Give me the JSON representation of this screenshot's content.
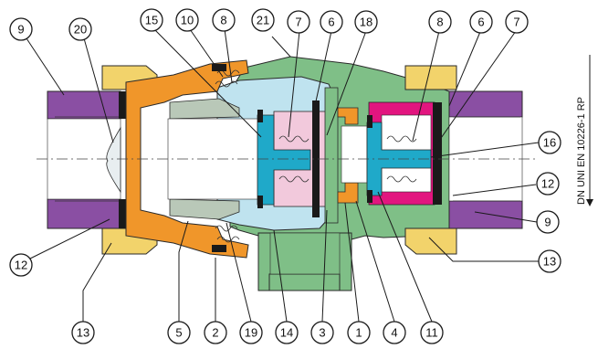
{
  "standard_label": "DN UNI EN 10226-1 RP",
  "callouts": [
    {
      "id": "c9a",
      "text": "9"
    },
    {
      "id": "c20",
      "text": "20"
    },
    {
      "id": "c15",
      "text": "15"
    },
    {
      "id": "c10",
      "text": "10"
    },
    {
      "id": "c8a",
      "text": "8"
    },
    {
      "id": "c21",
      "text": "21"
    },
    {
      "id": "c7a",
      "text": "7"
    },
    {
      "id": "c6a",
      "text": "6"
    },
    {
      "id": "c18",
      "text": "18"
    },
    {
      "id": "c8b",
      "text": "8"
    },
    {
      "id": "c6b",
      "text": "6"
    },
    {
      "id": "c7b",
      "text": "7"
    },
    {
      "id": "c16",
      "text": "16"
    },
    {
      "id": "c12b",
      "text": "12"
    },
    {
      "id": "c9b",
      "text": "9"
    },
    {
      "id": "c13b",
      "text": "13"
    },
    {
      "id": "c12a",
      "text": "12"
    },
    {
      "id": "c13a",
      "text": "13"
    },
    {
      "id": "c5",
      "text": "5"
    },
    {
      "id": "c2",
      "text": "2"
    },
    {
      "id": "c19",
      "text": "19"
    },
    {
      "id": "c14",
      "text": "14"
    },
    {
      "id": "c3",
      "text": "3"
    },
    {
      "id": "c1",
      "text": "1"
    },
    {
      "id": "c4",
      "text": "4"
    },
    {
      "id": "c11",
      "text": "11"
    }
  ],
  "colors": {
    "body_green": "#7fbf87",
    "purple_nut": "#8a4fa3",
    "yellow_ring": "#f2d36b",
    "orange_part": "#f0962a",
    "light_blue": "#bfe3ef",
    "cyan_piston": "#1fa9c9",
    "pink_spring": "#f2c9dc",
    "magenta": "#e2157f",
    "gray_part": "#b9c8b8",
    "gasket_black": "#1a1a1a"
  }
}
